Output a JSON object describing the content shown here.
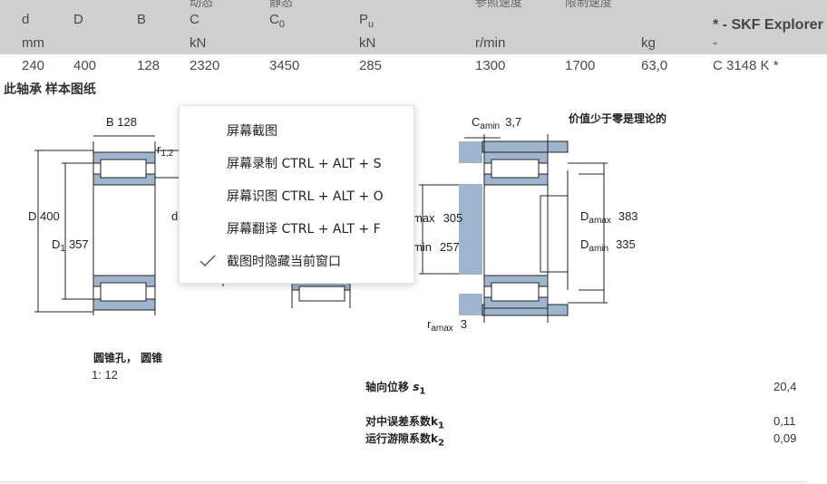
{
  "table": {
    "top_labels": [
      "动态",
      "静态",
      "参照速度",
      "限制速度"
    ],
    "symbols": {
      "d": "d",
      "D": "D",
      "B": "B",
      "C": "C",
      "C0": "C",
      "C0_sub": "0",
      "Pu": "P",
      "Pu_sub": "u"
    },
    "explorer_label": "* - SKF Explorer 轴承",
    "units": {
      "mm": "mm",
      "kN_1": "kN",
      "kN_2": "kN",
      "speed": "r/min",
      "kg": "kg",
      "designation": "-"
    },
    "row": {
      "d": "240",
      "D": "400",
      "B": "128",
      "C": "2320",
      "C0": "3450",
      "Pu": "285",
      "ref_speed": "1300",
      "limit_speed": "1700",
      "mass": "63,0",
      "designation": "C 3148 K *"
    }
  },
  "section_title": "此轴承 样本图纸",
  "drawing": {
    "B_label": "B 128",
    "r12_label": "r",
    "r12_sub": "1,2",
    "D_label": "D 400",
    "D1_label": "D",
    "D1_sub": "1",
    "D1_value": "357",
    "d_label": "d",
    "Camin_label": "C",
    "Camin_sub": "amin",
    "Camin_value": "3,7",
    "theoretical_note": "价值少于零是理论的",
    "damax_partial": "max",
    "damax_value": "305",
    "damin_partial": "min",
    "damin_value": "257",
    "Damax_label": "D",
    "Damax_sub": "amax",
    "Damax_value": "383",
    "Damin_label": "D",
    "Damin_sub": "amin",
    "Damin_value": "335",
    "ramax_label": "r",
    "ramax_sub": "amax",
    "ramax_value": "3",
    "colors": {
      "fill": "#9fb4cd",
      "line": "#222222"
    }
  },
  "notes": {
    "taper_line1": "圆锥孔， 圆锥",
    "taper_line2": "1: 12",
    "axial_label": "轴向位移 ",
    "axial_sym": "s",
    "axial_sub": "1",
    "axial_value": "20,4",
    "misalign_label": "对中误差系数",
    "misalign_sym": "k",
    "misalign_sub": "1",
    "misalign_value": "0,11",
    "clearance_label": "运行游隙系数",
    "clearance_sym": "k",
    "clearance_sub": "2",
    "clearance_value": "0,09"
  },
  "context_menu": {
    "items": [
      {
        "label": "屏幕截图"
      },
      {
        "label": "屏幕录制 CTRL + ALT + S"
      },
      {
        "label": "屏幕识图 CTRL + ALT + O"
      },
      {
        "label": "屏幕翻译 CTRL + ALT + F"
      },
      {
        "label": "截图时隐藏当前窗口",
        "checked": true
      }
    ]
  }
}
